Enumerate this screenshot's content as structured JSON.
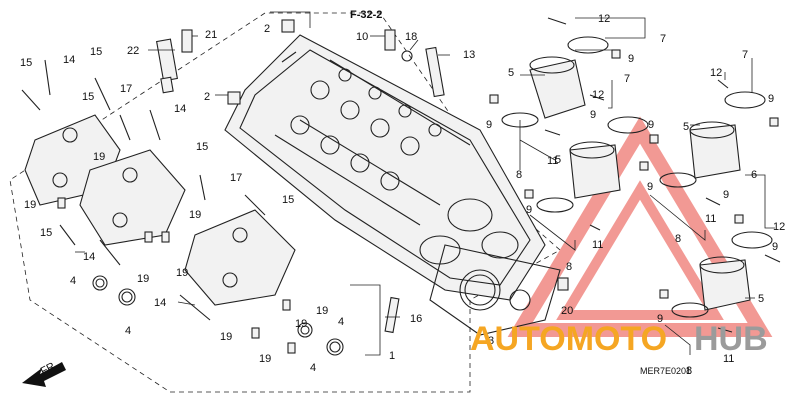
{
  "diagram": {
    "reference": "F-32-2",
    "drawing_code": "MER7E0201",
    "front_label": "FR.",
    "watermark": {
      "word_part1": "AUTOMOTO",
      "word_part2": "HUB",
      "color_primary": "#f5a623",
      "color_secondary": "#9b9b9b",
      "logo_color": "#e8473d"
    },
    "callouts": [
      {
        "id": "c-12-top",
        "text": "12"
      },
      {
        "id": "c-7-top",
        "text": "7"
      },
      {
        "id": "c-9-top",
        "text": "9"
      },
      {
        "id": "c-5-top",
        "text": "5"
      },
      {
        "id": "c-7-mid",
        "text": "7"
      },
      {
        "id": "c-12-mid",
        "text": "12"
      },
      {
        "id": "c-9-mid",
        "text": "9"
      },
      {
        "id": "c-9-a",
        "text": "9"
      },
      {
        "id": "c-7-right",
        "text": "7"
      },
      {
        "id": "c-12-right",
        "text": "12"
      },
      {
        "id": "c-9-right",
        "text": "9"
      },
      {
        "id": "c-5-right",
        "text": "5"
      },
      {
        "id": "c-9-b",
        "text": "9"
      },
      {
        "id": "c-11-a",
        "text": "11"
      },
      {
        "id": "c-8-a",
        "text": "8"
      },
      {
        "id": "c-5-mid",
        "text": "5"
      },
      {
        "id": "c-9-c",
        "text": "9"
      },
      {
        "id": "c-6",
        "text": "6"
      },
      {
        "id": "c-9-d",
        "text": "9"
      },
      {
        "id": "c-9-e",
        "text": "9"
      },
      {
        "id": "c-11-b",
        "text": "11"
      },
      {
        "id": "c-8-b",
        "text": "8"
      },
      {
        "id": "c-12-low",
        "text": "12"
      },
      {
        "id": "c-9-f",
        "text": "9"
      },
      {
        "id": "c-11-c",
        "text": "11"
      },
      {
        "id": "c-8-c",
        "text": "8"
      },
      {
        "id": "c-5-low",
        "text": "5"
      },
      {
        "id": "c-9-g",
        "text": "9"
      },
      {
        "id": "c-11-d",
        "text": "11"
      },
      {
        "id": "c-8-d",
        "text": "8"
      },
      {
        "id": "c-10",
        "text": "10"
      },
      {
        "id": "c-18",
        "text": "18"
      },
      {
        "id": "c-13",
        "text": "13"
      },
      {
        "id": "c-2-a",
        "text": "2"
      },
      {
        "id": "c-2-b",
        "text": "2"
      },
      {
        "id": "c-21",
        "text": "21"
      },
      {
        "id": "c-22",
        "text": "22"
      },
      {
        "id": "c-15-a",
        "text": "15"
      },
      {
        "id": "c-14-a",
        "text": "14"
      },
      {
        "id": "c-15-b",
        "text": "15"
      },
      {
        "id": "c-17-a",
        "text": "17"
      },
      {
        "id": "c-15-c",
        "text": "15"
      },
      {
        "id": "c-14-b",
        "text": "14"
      },
      {
        "id": "c-19-a",
        "text": "19"
      },
      {
        "id": "c-15-d",
        "text": "15"
      },
      {
        "id": "c-17-b",
        "text": "17"
      },
      {
        "id": "c-15-e",
        "text": "15"
      },
      {
        "id": "c-19-b",
        "text": "19"
      },
      {
        "id": "c-19-c",
        "text": "19"
      },
      {
        "id": "c-15-f",
        "text": "15"
      },
      {
        "id": "c-14-c",
        "text": "14"
      },
      {
        "id": "c-19-d",
        "text": "19"
      },
      {
        "id": "c-19-e",
        "text": "19"
      },
      {
        "id": "c-4-a",
        "text": "4"
      },
      {
        "id": "c-4-b",
        "text": "4"
      },
      {
        "id": "c-14-d",
        "text": "14"
      },
      {
        "id": "c-19-f",
        "text": "19"
      },
      {
        "id": "c-19-g",
        "text": "19"
      },
      {
        "id": "c-19-h",
        "text": "19"
      },
      {
        "id": "c-19-i",
        "text": "19"
      },
      {
        "id": "c-4-c",
        "text": "4"
      },
      {
        "id": "c-4-d",
        "text": "4"
      },
      {
        "id": "c-16",
        "text": "16"
      },
      {
        "id": "c-1",
        "text": "1"
      },
      {
        "id": "c-20",
        "text": "20"
      },
      {
        "id": "c-3",
        "text": "3"
      }
    ]
  }
}
